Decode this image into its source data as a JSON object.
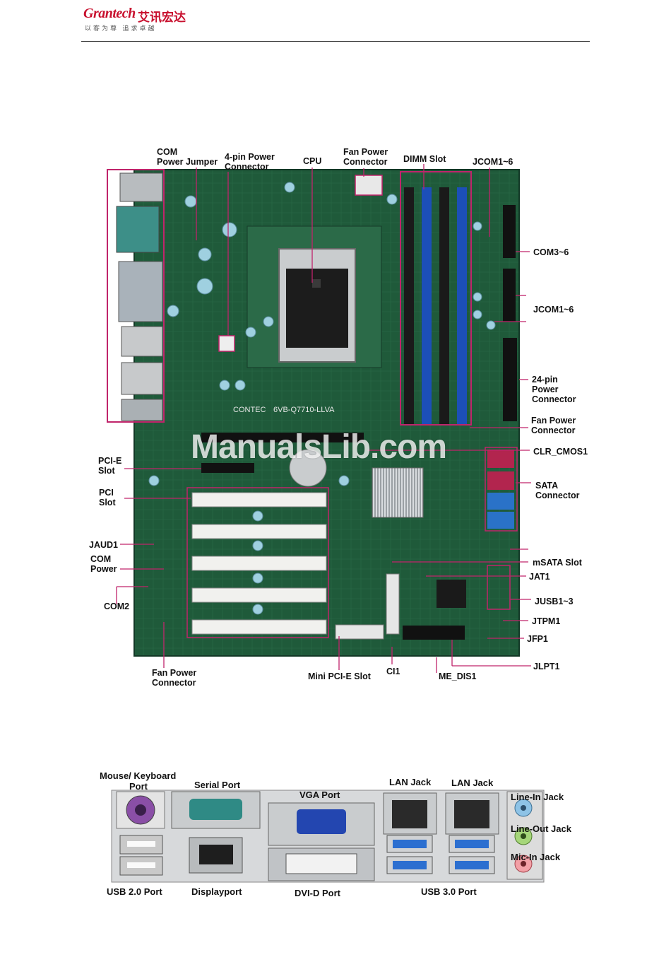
{
  "header": {
    "logo_en": "Grantech",
    "logo_cn": "艾讯宏达",
    "slogan": "以客为尊 追求卓越"
  },
  "board": {
    "silk_brand": "CONTEC",
    "silk_model": "6VB-Q7710-LLVA"
  },
  "watermark": "ManualsLib.com",
  "diagram_labels": {
    "com_power_jumper": [
      "COM",
      "Power Jumper"
    ],
    "four_pin_power": [
      "4-pin Power",
      "Connector"
    ],
    "cpu": "CPU",
    "fan_power_top": [
      "Fan Power",
      "Connector"
    ],
    "dimm_slot": "DIMM Slot",
    "jcom1_6_top": "JCOM1~6",
    "com3_6": "COM3~6",
    "jcom1_6_mid": "JCOM1~6",
    "power_24pin": [
      "24-pin",
      "Power",
      "Connector"
    ],
    "fan_power_right": [
      "Fan Power",
      "Connector"
    ],
    "clr_cmos1": "CLR_CMOS1",
    "sata_connector": [
      "SATA",
      "Connector"
    ],
    "msata_slot": "mSATA Slot",
    "jat1": "JAT1",
    "jusb1_3": "JUSB1~3",
    "jtpm1": "JTPM1",
    "jfp1": "JFP1",
    "jlpt1": "JLPT1",
    "me_dis1": "ME_DIS1",
    "ci1": "CI1",
    "mini_pcie_slot": "Mini PCI-E Slot",
    "fan_power_bottom": [
      "Fan Power",
      "Connector"
    ],
    "pcie_slot": [
      "PCI-E",
      "Slot"
    ],
    "pci_slot": [
      "PCI",
      "Slot"
    ],
    "jaud1": "JAUD1",
    "com_power": [
      "COM",
      "Power"
    ],
    "com2": "COM2"
  },
  "io_labels": {
    "mouse_keyboard": [
      "Mouse/ Keyboard",
      "Port"
    ],
    "serial_port": "Serial Port",
    "vga_port": "VGA Port",
    "lan_jack_1": "LAN Jack",
    "lan_jack_2": "LAN Jack",
    "line_in": "Line-In Jack",
    "line_out": "Line-Out Jack",
    "mic_in": "Mic-In Jack",
    "usb20": "USB 2.0 Port",
    "displayport": "Displayport",
    "dvid": "DVI-D Port",
    "usb30": "USB 3.0 Port"
  },
  "colors": {
    "pcb": "#1f5a3a",
    "dimm_black": "#1a1a1a",
    "dimm_blue": "#1c4fb8",
    "highlight": "#c0246b",
    "brand_red": "#c8102e"
  }
}
